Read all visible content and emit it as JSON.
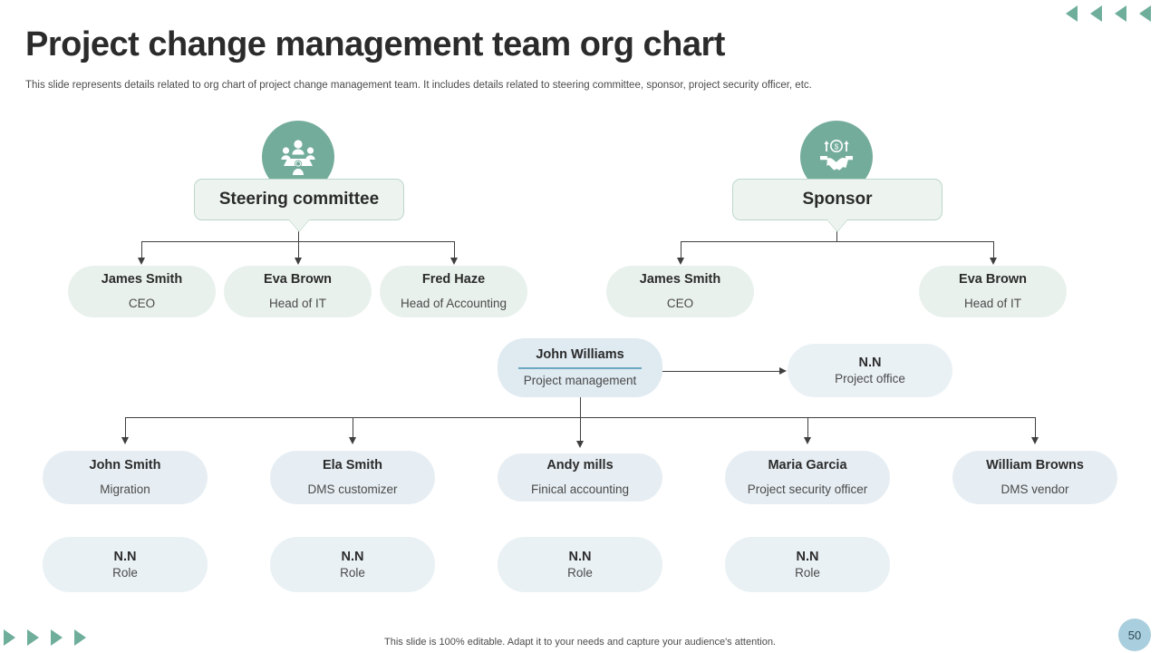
{
  "slide": {
    "title": "Project change management team org chart",
    "subtitle": "This slide represents details related to org chart of project change management team. It includes details related to steering committee, sponsor, project security officer, etc.",
    "footer_note": "This slide is 100% editable. Adapt it to your needs and capture your audience's attention.",
    "page_number": "50"
  },
  "decor": {
    "top_right_arrows": [
      "left-arrow-icon",
      "left-arrow-icon",
      "left-arrow-icon",
      "left-arrow-icon"
    ],
    "bottom_left_arrows": [
      "right-arrow-icon",
      "right-arrow-icon",
      "right-arrow-icon",
      "right-arrow-icon"
    ],
    "accent_green": "#74ac9b",
    "accent_blue": "#a9cedd"
  },
  "heads": [
    {
      "label": "Steering committee",
      "icon": "meeting-people-icon"
    },
    {
      "label": "Sponsor",
      "icon": "handshake-money-icon"
    }
  ],
  "steering_reports": [
    {
      "name": "James Smith",
      "role": "CEO"
    },
    {
      "name": "Eva Brown",
      "role": "Head of IT"
    },
    {
      "name": "Fred Haze",
      "role": "Head of Accounting"
    }
  ],
  "sponsor_reports": [
    {
      "name": "James Smith",
      "role": "CEO"
    },
    {
      "name": "Eva Brown",
      "role": "Head of IT"
    }
  ],
  "lead": {
    "name": "John Williams",
    "role": "Project management"
  },
  "project_office": {
    "name": "N.N",
    "role": "Project office"
  },
  "team": [
    {
      "name": "John Smith",
      "role": "Migration"
    },
    {
      "name": "Ela Smith",
      "role": "DMS customizer"
    },
    {
      "name": "Andy mills",
      "role": "Finical accounting"
    },
    {
      "name": "Maria Garcia",
      "role": "Project security officer"
    },
    {
      "name": "William Browns",
      "role": "DMS vendor"
    }
  ],
  "placeholders": [
    {
      "name": "N.N",
      "role": "Role"
    },
    {
      "name": "N.N",
      "role": "Role"
    },
    {
      "name": "N.N",
      "role": "Role"
    },
    {
      "name": "N.N",
      "role": "Role"
    }
  ]
}
